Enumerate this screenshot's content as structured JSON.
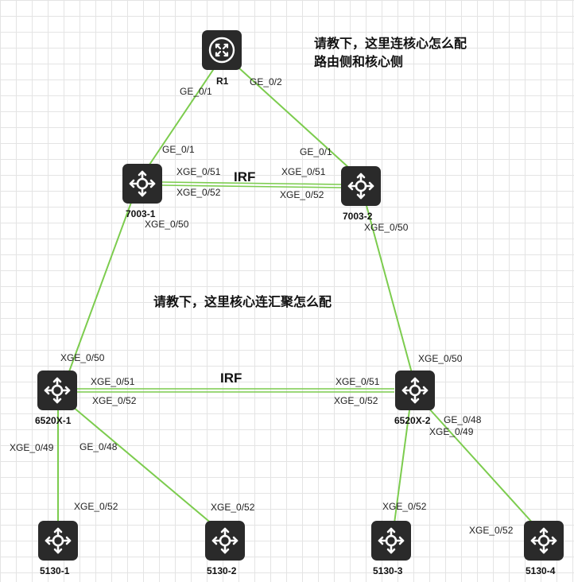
{
  "questions": {
    "router_side_line1": "请教下，这里连核心怎么配",
    "router_side_line2": "路由侧和核心侧",
    "core_side": "请教下，这里核心连汇聚怎么配"
  },
  "colors": {
    "link": "#7ccc4e",
    "device": "#2a2a2a",
    "device_icon": "#ffffff"
  },
  "devices": {
    "r1": {
      "name": "R1",
      "icon": "router-icon"
    },
    "c7003_1": {
      "name": "7003-1",
      "icon": "switch-icon"
    },
    "c7003_2": {
      "name": "7003-2",
      "icon": "switch-icon"
    },
    "a6520_1": {
      "name": "6520X-1",
      "icon": "switch-icon"
    },
    "a6520_2": {
      "name": "6520X-2",
      "icon": "switch-icon"
    },
    "s5130_1": {
      "name": "5130-1",
      "icon": "switch-icon"
    },
    "s5130_2": {
      "name": "5130-2",
      "icon": "switch-icon"
    },
    "s5130_3": {
      "name": "5130-3",
      "icon": "switch-icon"
    },
    "s5130_4": {
      "name": "5130-4",
      "icon": "switch-icon"
    }
  },
  "irf_labels": {
    "core": "IRF",
    "aggregation": "IRF"
  },
  "ports": {
    "r1_ge01": "GE_0/1",
    "r1_ge02": "GE_0/2",
    "c1_ge01": "GE_0/1",
    "c1_xge051": "XGE_0/51",
    "c1_xge052": "XGE_0/52",
    "c1_xge050": "XGE_0/50",
    "c2_ge01": "GE_0/1",
    "c2_xge051": "XGE_0/51",
    "c2_xge052": "XGE_0/52",
    "c2_xge050": "XGE_0/50",
    "a1_xge050": "XGE_0/50",
    "a1_xge051": "XGE_0/51",
    "a1_xge052": "XGE_0/52",
    "a1_xge049": "XGE_0/49",
    "a1_ge048": "GE_0/48",
    "a2_xge050": "XGE_0/50",
    "a2_xge051": "XGE_0/51",
    "a2_xge052": "XGE_0/52",
    "a2_ge048": "GE_0/48",
    "a2_xge049": "XGE_0/49",
    "s1_xge052": "XGE_0/52",
    "s2_xge052": "XGE_0/52",
    "s3_xge052": "XGE_0/52",
    "s4_xge052": "XGE_0/52"
  }
}
